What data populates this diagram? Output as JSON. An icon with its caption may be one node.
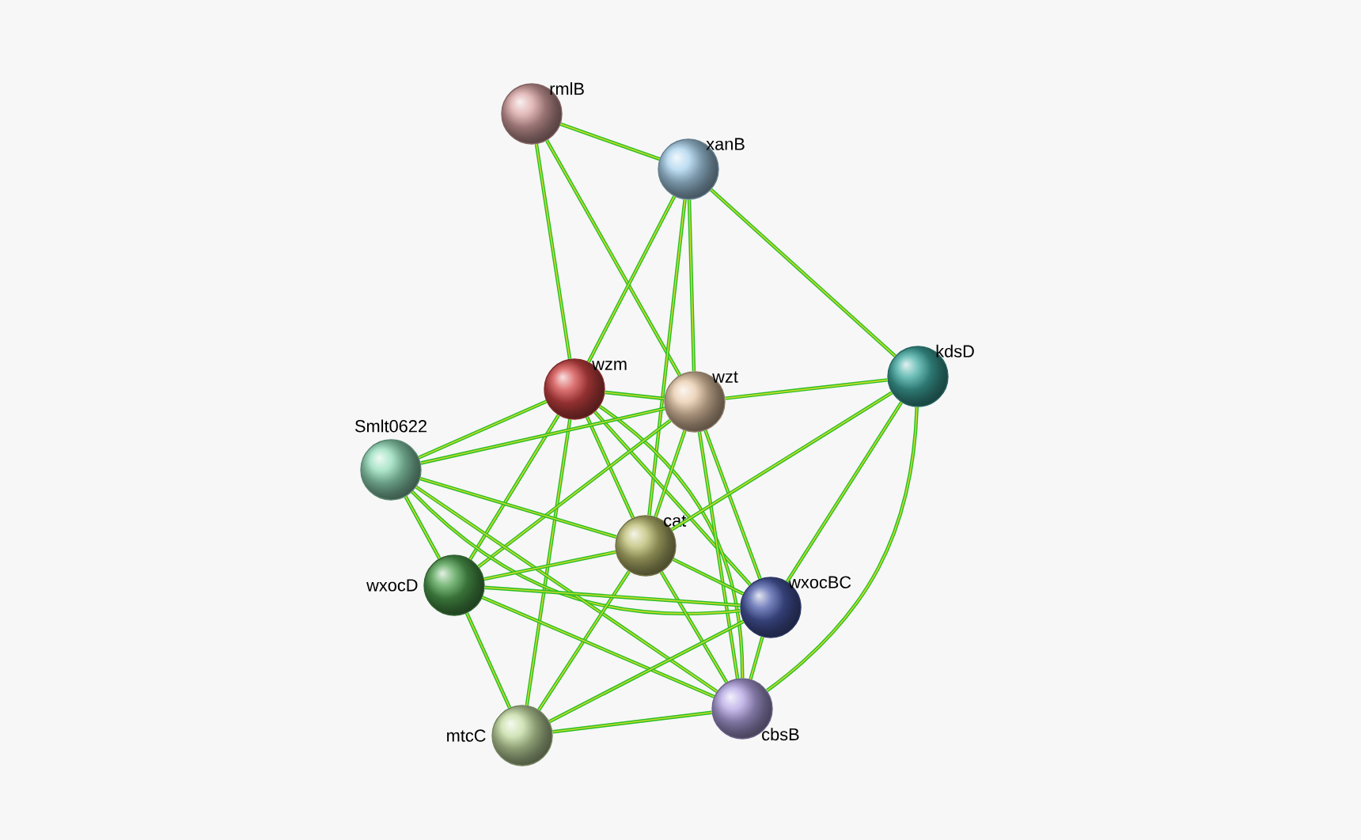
{
  "diagram": {
    "nodes": [
      {
        "text": [
          "rmlB"
        ]
      },
      {
        "text": [
          "xanB"
        ]
      },
      {
        "text": [
          "wzm"
        ]
      },
      {
        "text": [
          "wzt"
        ]
      },
      {
        "text": [
          "kdsD"
        ]
      },
      {
        "text": [
          "Smlt0622"
        ]
      },
      {
        "text": [
          "cat"
        ]
      },
      {
        "text": [
          "wxocD"
        ]
      },
      {
        "text": [
          "wxocBC"
        ]
      },
      {
        "text": [
          "cbsB"
        ]
      },
      {
        "text": [
          "mtcC"
        ]
      }
    ],
    "edges": [
      {
        "from": 0,
        "to": 1,
        "arrow": "none"
      },
      {
        "from": 0,
        "to": 2,
        "arrow": "none"
      },
      {
        "from": 0,
        "to": 3,
        "arrow": "none"
      },
      {
        "from": 1,
        "to": 2,
        "arrow": "none"
      },
      {
        "from": 1,
        "to": 3,
        "arrow": "none"
      },
      {
        "from": 1,
        "to": 4,
        "arrow": "none"
      },
      {
        "from": 1,
        "to": 6,
        "arrow": "none"
      },
      {
        "from": 2,
        "to": 3,
        "arrow": "none"
      },
      {
        "from": 2,
        "to": 5,
        "arrow": "none"
      },
      {
        "from": 2,
        "to": 6,
        "arrow": "none"
      },
      {
        "from": 2,
        "to": 7,
        "arrow": "none"
      },
      {
        "from": 2,
        "to": 8,
        "arrow": "none"
      },
      {
        "from": 2,
        "to": 9,
        "arrow": "none"
      },
      {
        "from": 2,
        "to": 10,
        "arrow": "none"
      },
      {
        "from": 3,
        "to": 4,
        "arrow": "none"
      },
      {
        "from": 3,
        "to": 5,
        "arrow": "none"
      },
      {
        "from": 3,
        "to": 6,
        "arrow": "none"
      },
      {
        "from": 3,
        "to": 7,
        "arrow": "none"
      },
      {
        "from": 3,
        "to": 8,
        "arrow": "none"
      },
      {
        "from": 3,
        "to": 9,
        "arrow": "none"
      },
      {
        "from": 4,
        "to": 6,
        "arrow": "none"
      },
      {
        "from": 4,
        "to": 8,
        "arrow": "none"
      },
      {
        "from": 4,
        "to": 9,
        "arrow": "none"
      },
      {
        "from": 5,
        "to": 6,
        "arrow": "none"
      },
      {
        "from": 5,
        "to": 7,
        "arrow": "none"
      },
      {
        "from": 5,
        "to": 8,
        "arrow": "none"
      },
      {
        "from": 5,
        "to": 9,
        "arrow": "none"
      },
      {
        "from": 6,
        "to": 7,
        "arrow": "none"
      },
      {
        "from": 6,
        "to": 8,
        "arrow": "none"
      },
      {
        "from": 6,
        "to": 9,
        "arrow": "none"
      },
      {
        "from": 6,
        "to": 10,
        "arrow": "none"
      },
      {
        "from": 7,
        "to": 8,
        "arrow": "none"
      },
      {
        "from": 7,
        "to": 9,
        "arrow": "none"
      },
      {
        "from": 7,
        "to": 10,
        "arrow": "none"
      },
      {
        "from": 8,
        "to": 9,
        "arrow": "none"
      },
      {
        "from": 8,
        "to": 10,
        "arrow": "none"
      },
      {
        "from": 9,
        "to": 10,
        "arrow": "none"
      }
    ]
  }
}
